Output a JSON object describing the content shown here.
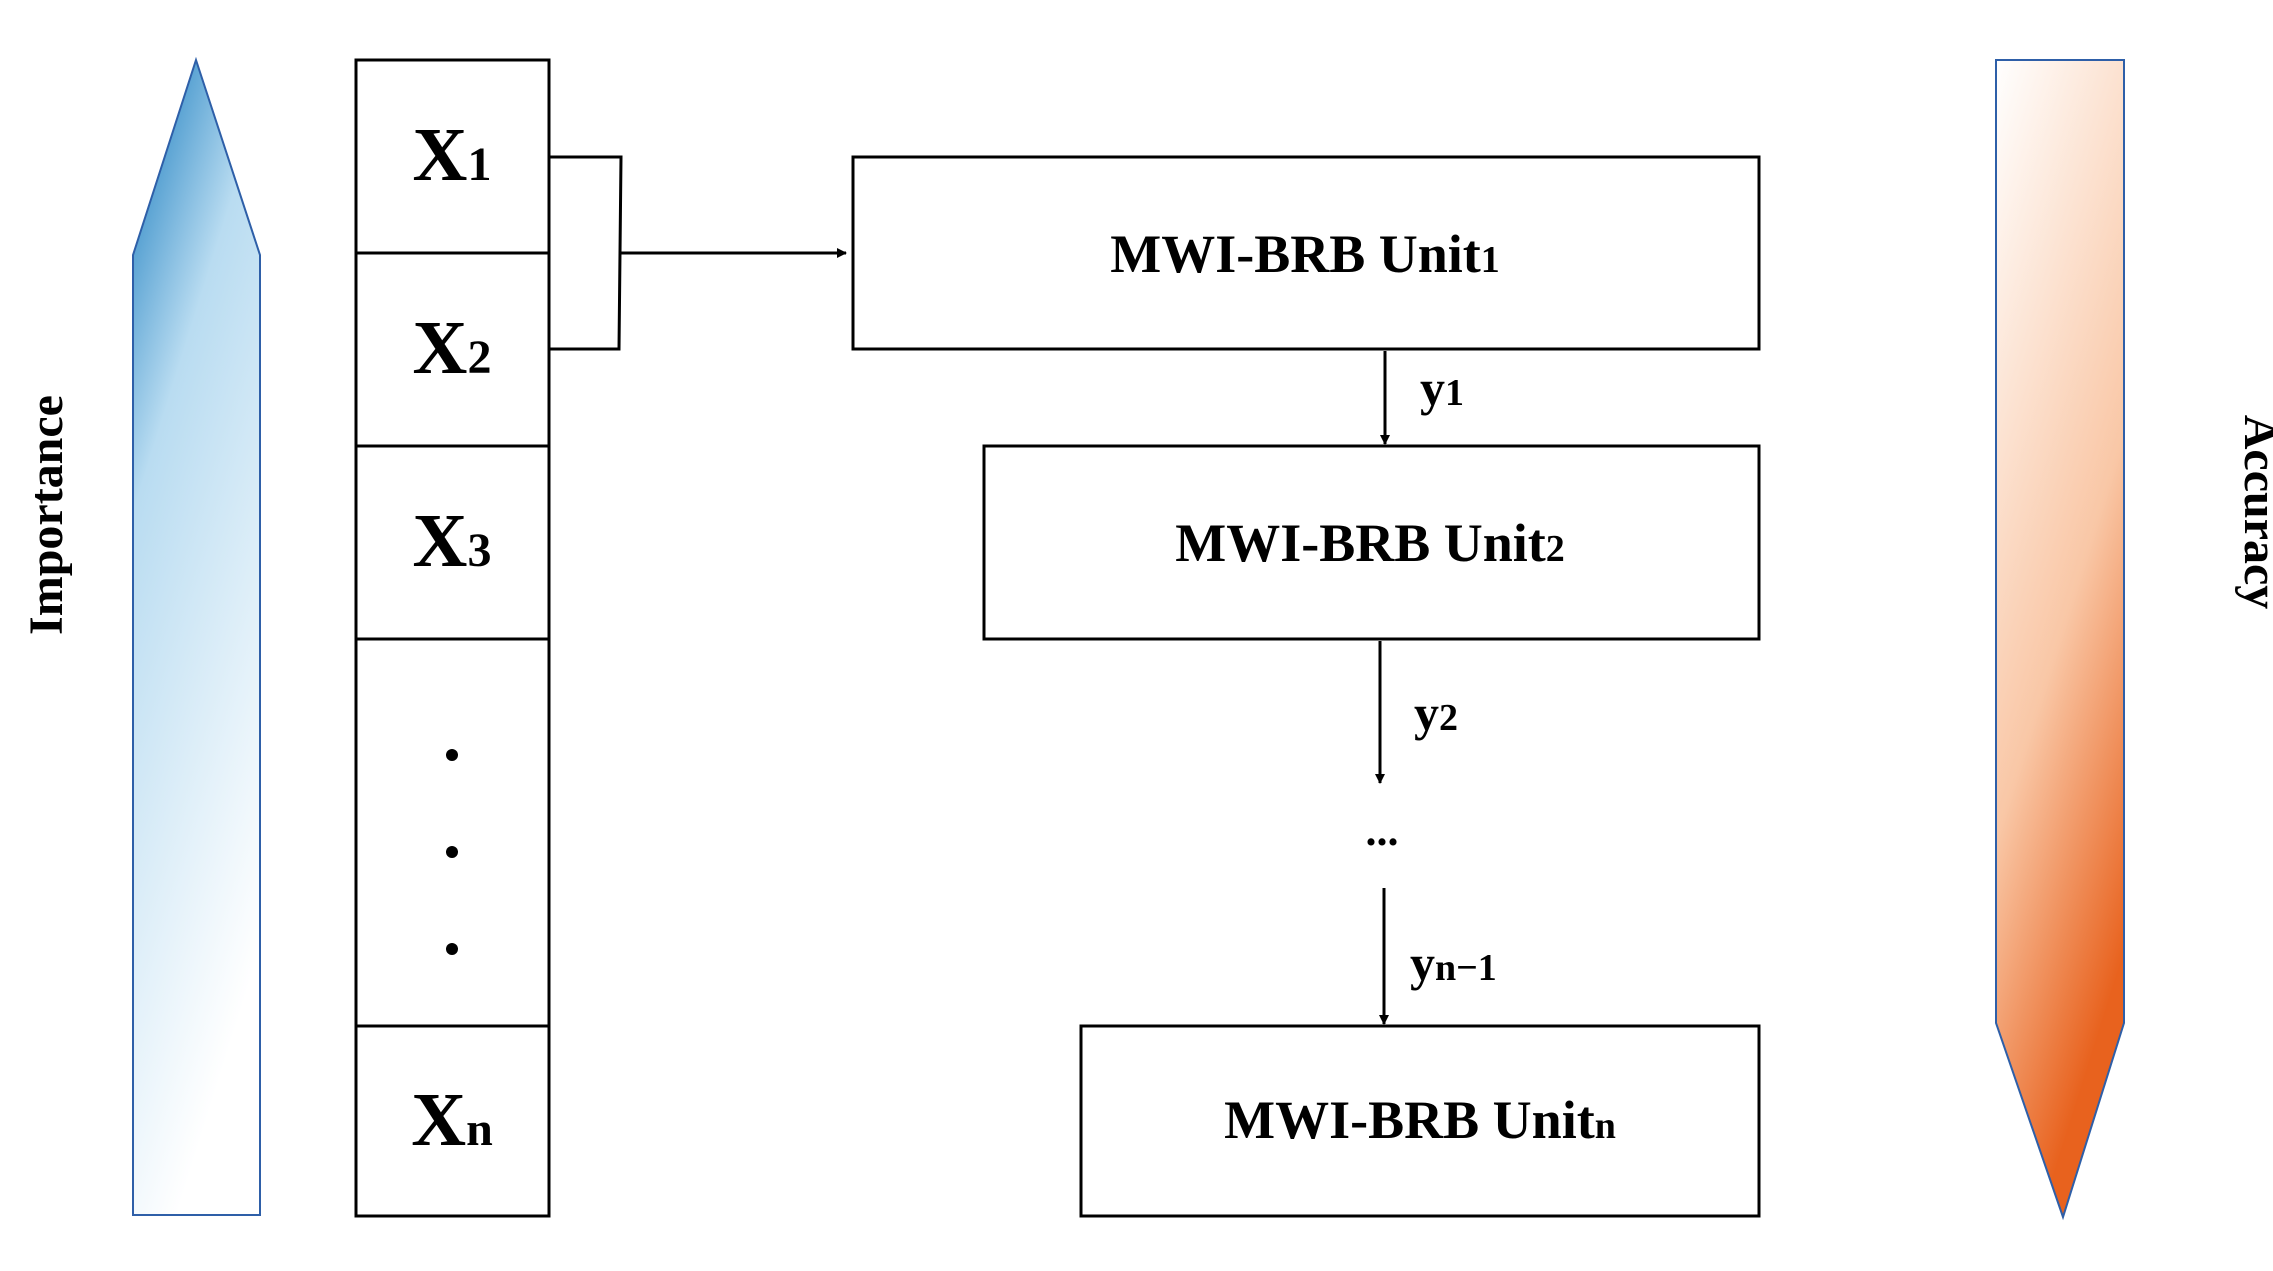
{
  "axes": {
    "left_label": "Importance",
    "right_label": "Accuracy"
  },
  "inputs": [
    {
      "base": "X",
      "sub": "1"
    },
    {
      "base": "X",
      "sub": "2"
    },
    {
      "base": "X",
      "sub": "3"
    },
    {
      "base": "X",
      "sub": "n"
    }
  ],
  "units": [
    {
      "base": "MWI-BRB Unit",
      "sub": "1"
    },
    {
      "base": "MWI-BRB Unit",
      "sub": "2"
    },
    {
      "base": "MWI-BRB Unit",
      "sub": "n"
    }
  ],
  "outputs": [
    {
      "base": "y",
      "sub": "1"
    },
    {
      "base": "y",
      "sub": "2"
    },
    {
      "base": "y",
      "sub": "n−1"
    }
  ],
  "ellipsis": "...",
  "colors": {
    "importance_arrow_top": "#1479bd",
    "importance_arrow_bottom": "#ffffff",
    "accuracy_arrow_top": "#ffffff",
    "accuracy_arrow_bottom": "#e8621e",
    "arrow_outline": "#2e5fa8",
    "line": "#000000"
  },
  "icons": {
    "importance_arrow": "up-arrow-icon",
    "accuracy_arrow": "down-arrow-icon"
  }
}
